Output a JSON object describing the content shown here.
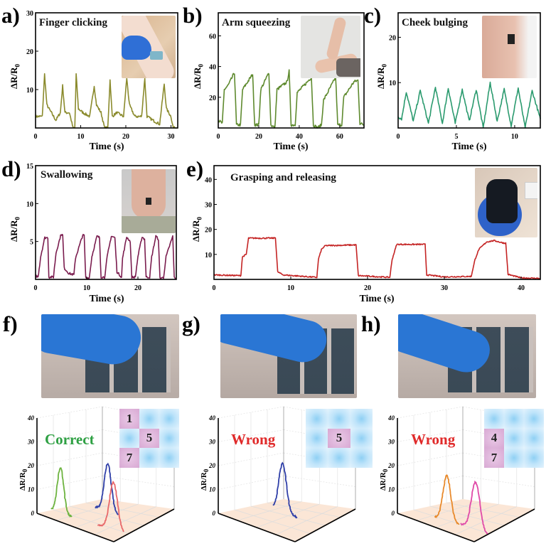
{
  "panel_labels": {
    "a": "a)",
    "b": "b)",
    "c": "c)",
    "d": "d)",
    "e": "e)",
    "f": "f)",
    "g": "g)",
    "h": "h)"
  },
  "chart_data": [
    {
      "id": "a",
      "type": "line",
      "title": "Finger clicking",
      "xlabel": "Time (s)",
      "ylabel": "ΔR/R",
      "ylabel_subscript": "0",
      "xlim": [
        0,
        31.5
      ],
      "ylim": [
        0,
        30
      ],
      "xticks": [
        0,
        10,
        20,
        30
      ],
      "yticks": [
        10,
        20,
        30
      ],
      "color": "#8a8a2c",
      "noise": 0.35,
      "points": [
        [
          0,
          3
        ],
        [
          1.5,
          3
        ],
        [
          2,
          14
        ],
        [
          2.5,
          6
        ],
        [
          3.5,
          4
        ],
        [
          4.5,
          2
        ],
        [
          5.5,
          4
        ],
        [
          6,
          11
        ],
        [
          6.5,
          4
        ],
        [
          7.5,
          4
        ],
        [
          8.3,
          0
        ],
        [
          8.7,
          0
        ],
        [
          9,
          14
        ],
        [
          9.5,
          5
        ],
        [
          10.5,
          4
        ],
        [
          12,
          3
        ],
        [
          13,
          11
        ],
        [
          13.5,
          6
        ],
        [
          14.5,
          4
        ],
        [
          15.3,
          0
        ],
        [
          16,
          0
        ],
        [
          16.5,
          12.5
        ],
        [
          17,
          3
        ],
        [
          18,
          4
        ],
        [
          19.5,
          3
        ],
        [
          20.2,
          13
        ],
        [
          20.8,
          6
        ],
        [
          22,
          3
        ],
        [
          23.5,
          3
        ],
        [
          24.2,
          13
        ],
        [
          24.7,
          3
        ],
        [
          26,
          2
        ],
        [
          27.5,
          1
        ],
        [
          28.5,
          11.5
        ],
        [
          29,
          5
        ],
        [
          30,
          3
        ],
        [
          30.5,
          0
        ],
        [
          31.5,
          0
        ]
      ]
    },
    {
      "id": "b",
      "type": "line",
      "title": "Arm squeezing",
      "xlabel": "Time (s)",
      "ylabel": "ΔR/R",
      "ylabel_subscript": "0",
      "xlim": [
        0,
        72
      ],
      "ylim": [
        0,
        75
      ],
      "xticks": [
        0,
        20,
        40,
        60
      ],
      "yticks": [
        20,
        40,
        60
      ],
      "color": "#5e8a2e",
      "noise": 1.0,
      "points": [
        [
          0,
          5
        ],
        [
          2,
          3
        ],
        [
          3,
          25
        ],
        [
          5,
          28
        ],
        [
          8,
          36
        ],
        [
          9,
          2
        ],
        [
          11,
          2
        ],
        [
          12,
          25
        ],
        [
          17,
          35
        ],
        [
          18,
          2
        ],
        [
          20,
          2
        ],
        [
          21,
          25
        ],
        [
          25,
          36
        ],
        [
          26,
          2
        ],
        [
          28,
          0
        ],
        [
          29,
          25
        ],
        [
          34,
          30
        ],
        [
          35,
          37
        ],
        [
          36,
          2
        ],
        [
          38,
          2
        ],
        [
          39,
          23
        ],
        [
          44,
          30
        ],
        [
          46,
          33
        ],
        [
          47,
          2
        ],
        [
          49,
          0
        ],
        [
          51,
          2
        ],
        [
          52,
          18
        ],
        [
          56,
          28
        ],
        [
          58,
          33
        ],
        [
          59,
          2
        ],
        [
          61,
          2
        ],
        [
          62,
          20
        ],
        [
          67,
          30
        ],
        [
          69,
          31
        ],
        [
          70,
          3
        ],
        [
          72,
          2
        ]
      ]
    },
    {
      "id": "c",
      "type": "line",
      "title": "Cheek bulging",
      "xlabel": "Time (s)",
      "ylabel": "ΔR/R",
      "ylabel_subscript": "0",
      "xlim": [
        0,
        12.2
      ],
      "ylim": [
        0,
        25.4
      ],
      "xticks": [
        0,
        5,
        10
      ],
      "yticks": [
        10,
        20
      ],
      "color": "#2a9a6e",
      "noise": 0.3,
      "points": [
        [
          0,
          2.5
        ],
        [
          0.3,
          2
        ],
        [
          0.7,
          8
        ],
        [
          1.3,
          1.5
        ],
        [
          1.9,
          8.2
        ],
        [
          2.6,
          1
        ],
        [
          3.2,
          9
        ],
        [
          3.8,
          1
        ],
        [
          4.3,
          8.8
        ],
        [
          4.9,
          1
        ],
        [
          5.5,
          8.5
        ],
        [
          6.1,
          1.5
        ],
        [
          6.7,
          8.5
        ],
        [
          7.3,
          0
        ],
        [
          7.9,
          10
        ],
        [
          8.5,
          1.5
        ],
        [
          9.1,
          8.5
        ],
        [
          9.7,
          0.5
        ],
        [
          10.3,
          8.8
        ],
        [
          10.9,
          0
        ],
        [
          11.5,
          8.2
        ],
        [
          12.2,
          2
        ]
      ]
    },
    {
      "id": "d",
      "type": "line",
      "title": "Swallowing",
      "xlabel": "Time (s)",
      "ylabel": "ΔR/R",
      "ylabel_subscript": "0",
      "xlim": [
        0,
        27.5
      ],
      "ylim": [
        0,
        15
      ],
      "xticks": [
        0,
        10,
        20
      ],
      "yticks": [
        5,
        10,
        15
      ],
      "color": "#7a1c4e",
      "noise": 0.15,
      "points": [
        [
          0,
          0.5
        ],
        [
          0.5,
          0.3
        ],
        [
          1,
          3
        ],
        [
          1.8,
          5.5
        ],
        [
          2.4,
          5.5
        ],
        [
          2.6,
          0.3
        ],
        [
          3.5,
          0.3
        ],
        [
          4,
          3.5
        ],
        [
          5,
          6
        ],
        [
          5.3,
          5.8
        ],
        [
          5.6,
          1.5
        ],
        [
          6.5,
          0.8
        ],
        [
          7.5,
          0.6
        ],
        [
          7.8,
          2.8
        ],
        [
          9.2,
          5.8
        ],
        [
          9.5,
          5.8
        ],
        [
          9.8,
          0.2
        ],
        [
          10.5,
          0.2
        ],
        [
          11,
          3
        ],
        [
          12,
          5.7
        ],
        [
          12.5,
          5.5
        ],
        [
          12.8,
          0.3
        ],
        [
          13.5,
          0.3
        ],
        [
          14,
          3
        ],
        [
          14.8,
          5.7
        ],
        [
          15.5,
          5.5
        ],
        [
          15.9,
          1
        ],
        [
          16.8,
          0.3
        ],
        [
          17,
          2.8
        ],
        [
          17.8,
          5.6
        ],
        [
          18.5,
          5
        ],
        [
          18.8,
          0.3
        ],
        [
          19.5,
          0.3
        ],
        [
          20,
          3
        ],
        [
          20.8,
          5.6
        ],
        [
          21.3,
          5.3
        ],
        [
          21.6,
          0.3
        ],
        [
          22.3,
          0.3
        ],
        [
          22.7,
          3
        ],
        [
          23.5,
          5.7
        ],
        [
          24,
          5.3
        ],
        [
          24.3,
          0.2
        ],
        [
          25,
          0.2
        ],
        [
          25.5,
          3
        ],
        [
          26.8,
          5.7
        ],
        [
          27.1,
          0.2
        ],
        [
          27.5,
          0.1
        ]
      ]
    },
    {
      "id": "e",
      "type": "line",
      "title": "Grasping and releasing",
      "xlabel": "Time (s)",
      "ylabel": "ΔR/R",
      "ylabel_subscript": "0",
      "xlim": [
        0,
        42.5
      ],
      "ylim": [
        0,
        45.5
      ],
      "xticks": [
        0,
        10,
        20,
        30,
        40
      ],
      "yticks": [
        10,
        20,
        30,
        40
      ],
      "color": "#c42323",
      "noise": 0.25,
      "points": [
        [
          0,
          1.8
        ],
        [
          3.5,
          1.5
        ],
        [
          3.7,
          9
        ],
        [
          4.2,
          10
        ],
        [
          4.5,
          16.5
        ],
        [
          7.8,
          16.5
        ],
        [
          8,
          16.8
        ],
        [
          8.3,
          3
        ],
        [
          9,
          1.8
        ],
        [
          13.4,
          0.8
        ],
        [
          13.6,
          8
        ],
        [
          14,
          12
        ],
        [
          14.5,
          13.5
        ],
        [
          18.5,
          13.8
        ],
        [
          18.8,
          1.5
        ],
        [
          22.9,
          0.8
        ],
        [
          23.2,
          8
        ],
        [
          23.8,
          14
        ],
        [
          27.5,
          14
        ],
        [
          27.7,
          1.8
        ],
        [
          30,
          1
        ],
        [
          33.5,
          1.2
        ],
        [
          34,
          8
        ],
        [
          34.5,
          12
        ],
        [
          35.5,
          15
        ],
        [
          36.5,
          15.5
        ],
        [
          37.8,
          14.5
        ],
        [
          38,
          14.5
        ],
        [
          38.3,
          2
        ],
        [
          40,
          0.6
        ],
        [
          42.5,
          0.4
        ]
      ]
    },
    {
      "id": "f",
      "type": "line3d",
      "status": "Correct",
      "status_color": "#2ea043",
      "ylabel": "ΔR/R",
      "ylabel_subscript": "0",
      "zlim": [
        0,
        40
      ],
      "zticks": [
        0,
        10,
        20,
        30,
        40
      ],
      "keypad_selected": [
        1,
        5,
        7
      ],
      "series": [
        {
          "key": 1,
          "color": "#6db33f",
          "peak": 19
        },
        {
          "key": 5,
          "color": "#2f3fa8",
          "peak": 20
        },
        {
          "key": 7,
          "color": "#e8686a",
          "peak": 20
        }
      ]
    },
    {
      "id": "g",
      "type": "line3d",
      "status": "Wrong",
      "status_color": "#e02a2a",
      "ylabel": "ΔR/R",
      "ylabel_subscript": "0",
      "zlim": [
        0,
        40
      ],
      "zticks": [
        0,
        10,
        20,
        30,
        40
      ],
      "keypad_selected": [
        5
      ],
      "series": [
        {
          "key": 5,
          "color": "#2f3fa8",
          "peak": 20
        }
      ]
    },
    {
      "id": "h",
      "type": "line3d",
      "status": "Wrong",
      "status_color": "#e02a2a",
      "ylabel": "ΔR/R",
      "ylabel_subscript": "0",
      "zlim": [
        0,
        40
      ],
      "zticks": [
        0,
        10,
        20,
        30,
        40
      ],
      "keypad_selected": [
        4,
        7
      ],
      "series": [
        {
          "key": 4,
          "color": "#e8892b",
          "peak": 19
        },
        {
          "key": 7,
          "color": "#e04aa8",
          "peak": 20
        }
      ]
    }
  ]
}
